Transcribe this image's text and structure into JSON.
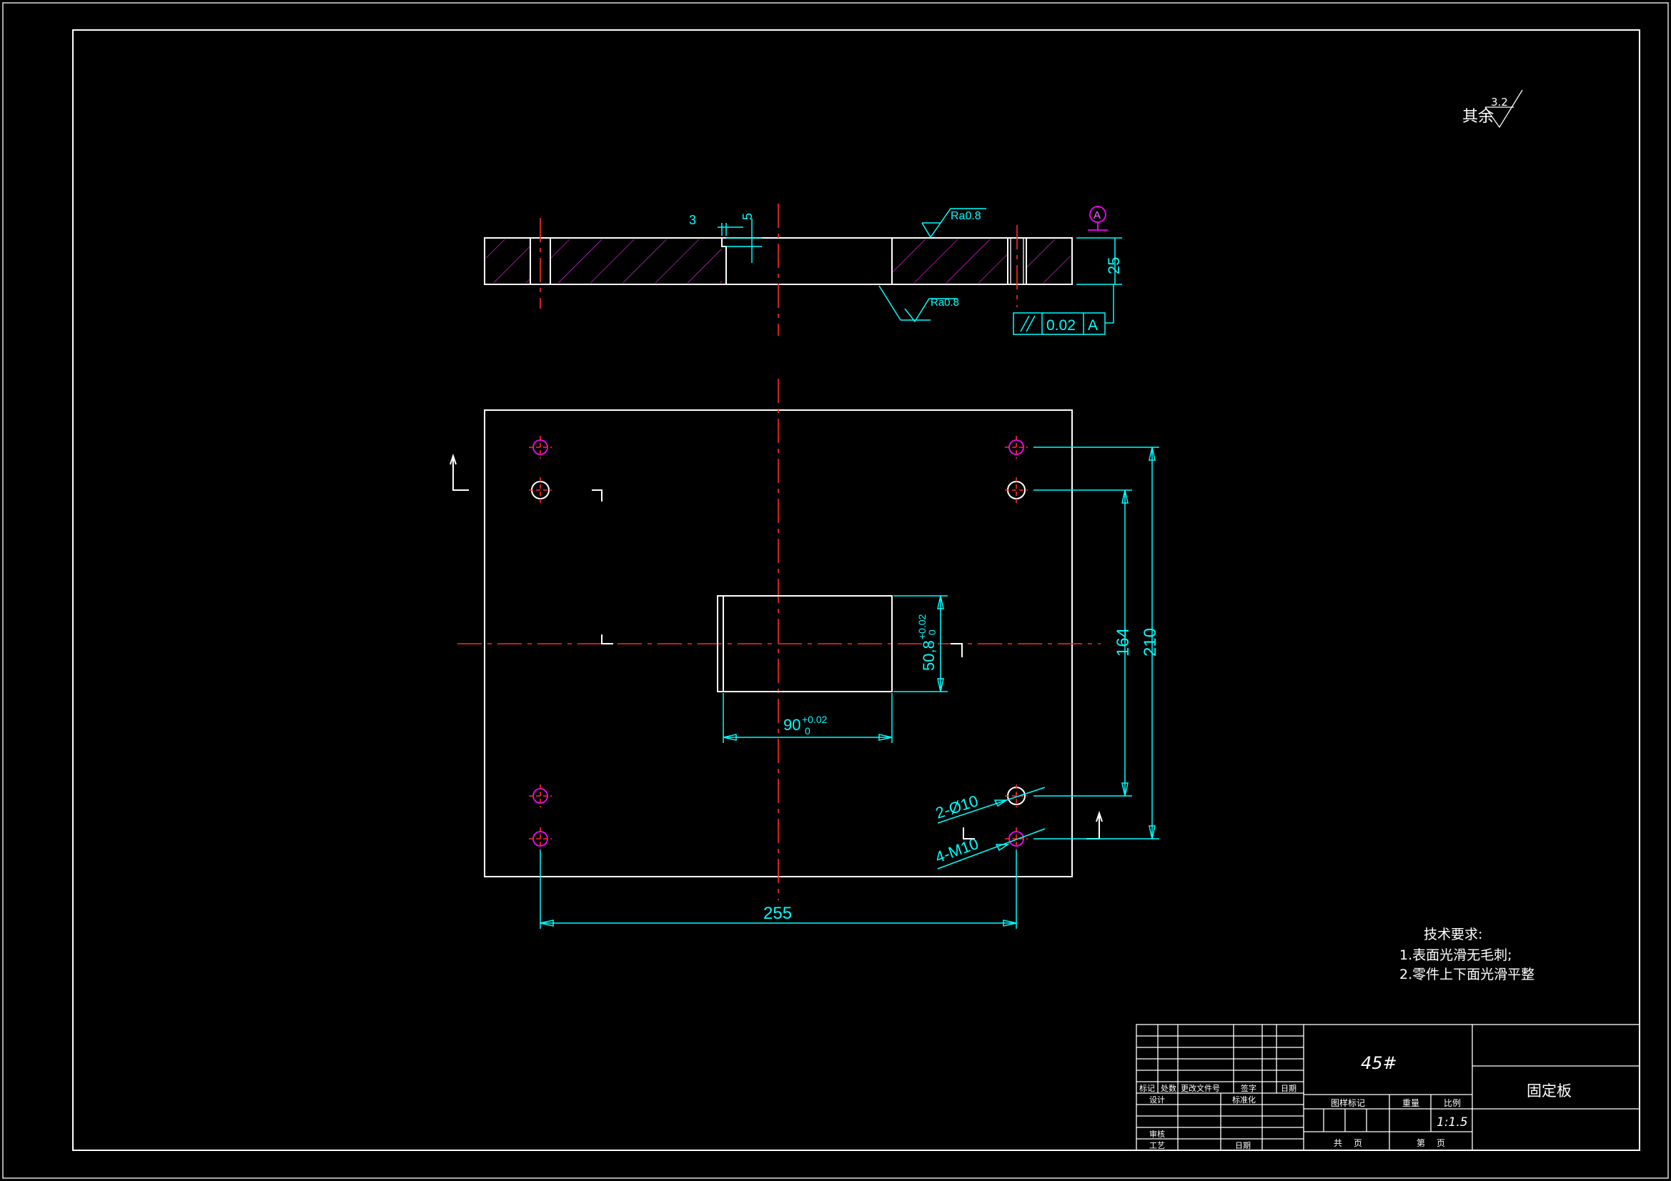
{
  "surface_mark": {
    "label": "其余",
    "value": "3.2"
  },
  "section_view": {
    "dim_step_width": "3",
    "dim_step_depth": "5",
    "roughness_top": "Ra0.8",
    "roughness_bottom": "Ra0.8",
    "dim_thickness": "25",
    "datum_label": "A",
    "parallelism_tolerance": "0.02",
    "parallelism_datum": "A"
  },
  "plan_view": {
    "dim_hole_spacing_x": "255",
    "dim_hole_spacing_y_outer": "210",
    "dim_hole_spacing_y_inner": "164",
    "slot_width_nominal": "90",
    "slot_width_upper": "+0.02",
    "slot_width_lower": "0",
    "slot_height_nominal": "50,8",
    "slot_height_upper": "+0.02",
    "slot_height_lower": "0",
    "callout_pin_holes": "2-Ø10",
    "callout_threads": "4-M10"
  },
  "technical_requirements": {
    "heading": "技术要求:",
    "items": [
      "1.表面光滑无毛刺;",
      "2.零件上下面光滑平整"
    ]
  },
  "title_block": {
    "material": "45#",
    "part_name": "固定板",
    "scale": "1:1.5",
    "headers": [
      "标记",
      "处数",
      "更改文件号",
      "签字",
      "日期"
    ],
    "row_design": "设计",
    "row_standardize": "标准化",
    "row_review": "审核",
    "row_process": "工艺",
    "row_date": "日期",
    "stage_mark": "图样标记",
    "weight": "重量",
    "ratio": "比例",
    "sheets_total": "共",
    "sheet_unit": "页",
    "sheet_no": "第",
    "sheet_unit_2": "页"
  },
  "colors": {
    "geometry": "#ffffff",
    "dimension": "#00ffff",
    "centerline": "#ff2a2a",
    "hole": "#ff00ff",
    "background": "#000000"
  }
}
